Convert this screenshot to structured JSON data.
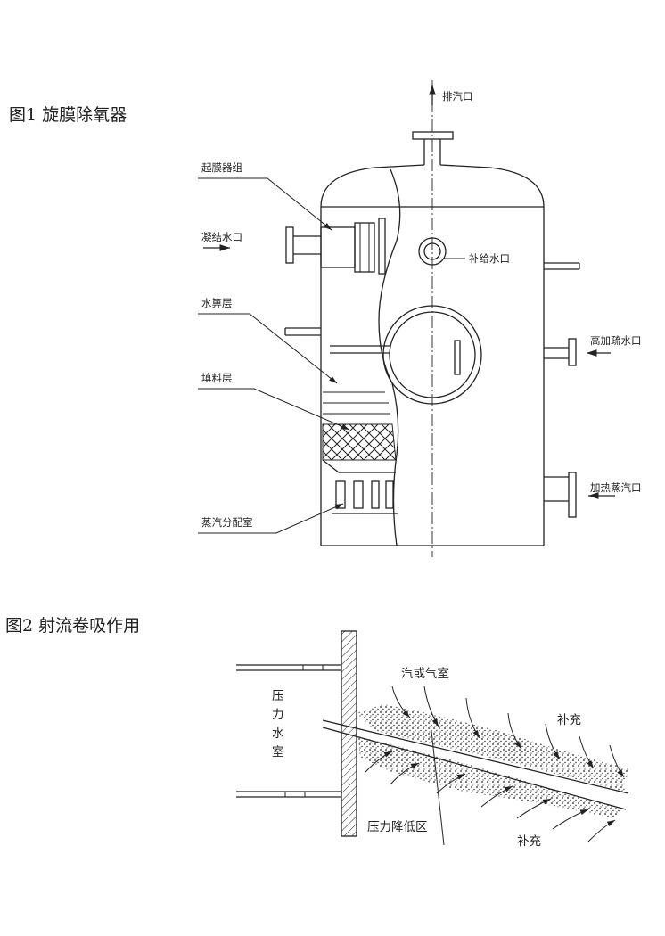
{
  "figure1": {
    "title": "图1  旋膜除氧器",
    "labels": {
      "vent": "排汽口",
      "film_group": "起膜器组",
      "condensate_inlet": "凝结水口",
      "makeup_inlet": "补给水口",
      "water_grate": "水箅层",
      "hp_drain_inlet": "高加疏水口",
      "packing": "填料层",
      "heating_steam_inlet": "加热蒸汽口",
      "steam_chamber": "蒸汽分配室"
    }
  },
  "figure2": {
    "title": "图2  射流卷吸作用",
    "labels": {
      "steam_chamber": "汽或气室",
      "pressure_chamber": [
        "压",
        "力",
        "水",
        "室"
      ],
      "supplement_top": "补充",
      "low_pressure_zone": "压力降低区",
      "supplement_bottom": "补充"
    }
  }
}
